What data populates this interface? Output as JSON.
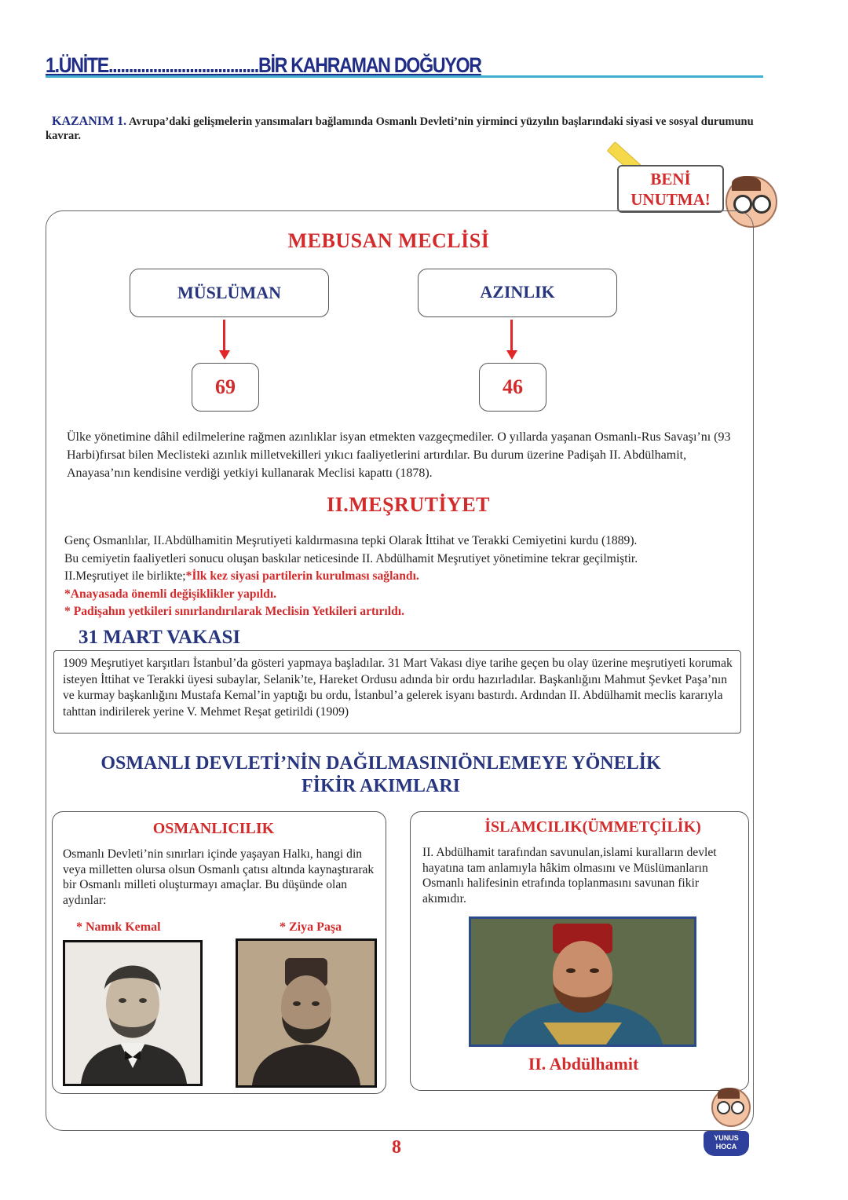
{
  "header": {
    "unit_prefix": "1.ÜNİTE",
    "unit_dots": ".....................................",
    "unit_name": "BİR KAHRAMAN DOĞUYOR"
  },
  "kazanim": {
    "label": "KAZANIM 1.",
    "text": "Avrupa’daki gelişmelerin yansımaları bağlamında Osmanlı Devleti’nin yirminci yüzyılın başlarındaki siyasi ve sosyal durumunu kavrar."
  },
  "note": {
    "line1": "BENİ",
    "line2": "UNUTMA!"
  },
  "mebusan": {
    "title": "MEBUSAN MECLİSİ",
    "left_label": "MÜSLÜMAN",
    "left_value": "69",
    "right_label": "AZINLIK",
    "right_value": "46",
    "paragraph": "Ülke yönetimine dâhil edilmelerine rağmen azınlıklar isyan etmekten vazgeçmediler. O yıllarda yaşanan Osmanlı-Rus Savaşı’nı (93 Harbi)fırsat bilen Meclisteki azınlık milletvekilleri yıkıcı faaliyetlerini artırdılar. Bu durum üzerine Padişah II. Abdülhamit, Anayasa’nın kendisine verdiği yetkiyi kullanarak Meclisi kapattı (1878)."
  },
  "mesrutiyet": {
    "title": "II.MEŞRUTİYET",
    "line1": "Genç Osmanlılar, II.Abdülhamitin Meşrutiyeti kaldırmasına tepki Olarak İttihat ve Terakki Cemiyetini kurdu  (1889).",
    "line2": "Bu cemiyetin faaliyetleri sonucu oluşan baskılar neticesinde II. Abdülhamit Meşrutiyet yönetimine tekrar geçilmiştir.",
    "line3_plain": "II.Meşrutiyet ile birlikte;",
    "line3_red": "*İlk kez siyasi partilerin kurulması sağlandı.",
    "line4": "*Anayasada önemli değişiklikler yapıldı.",
    "line5": "* Padişahın yetkileri sınırlandırılarak Meclisin Yetkileri artırıldı."
  },
  "mart": {
    "title": "31 MART VAKASI",
    "text": "1909 Meşrutiyet karşıtları İstanbul’da gösteri yapmaya başladılar. 31 Mart Vakası diye tarihe geçen bu olay üzerine meşrutiyeti korumak isteyen İttihat ve Terakki üyesi subaylar, Selanik’te, Hareket Ordusu adında bir ordu hazırladılar. Başkanlığını Mahmut Şevket Paşa’nın ve kurmay başkanlığını Mustafa Kemal’in yaptığı bu ordu, İstanbul’a gelerek isyanı bastırdı. Ardından II. Abdülhamit meclis kararıyla tahttan indirilerek yerine V. Mehmet Reşat getirildi (1909)"
  },
  "akimlar": {
    "title_line1": "OSMANLI DEVLETİ’NİN DAĞILMASINIÖNLEMEYE YÖNELİK",
    "title_line2": "FİKİR AKIMLARI"
  },
  "osmanlicilik": {
    "title": "OSMANLICILIK",
    "text": "Osmanlı Devleti’nin sınırları içinde yaşayan Halkı, hangi din veya milletten olursa olsun Osmanlı çatısı altında kaynaştırarak bir Osmanlı milleti oluşturmayı amaçlar. Bu düşünde olan aydınlar:",
    "person1": "* Namık Kemal",
    "person2": "* Ziya Paşa"
  },
  "islamcilik": {
    "title": "İSLAMCILIK(ÜMMETÇİLİK)",
    "text": "II. Abdülhamit tarafından savunulan,islami kuralların devlet hayatına tam anlamıyla hâkim olmasını ve Müslümanların Osmanlı halifesinin etrafında toplanmasını savunan fikir akımıdır.",
    "caption": "II. Abdülhamit"
  },
  "footer": {
    "page_number": "8",
    "badge_line1": "YUNUS",
    "badge_line2": "HOCA"
  }
}
